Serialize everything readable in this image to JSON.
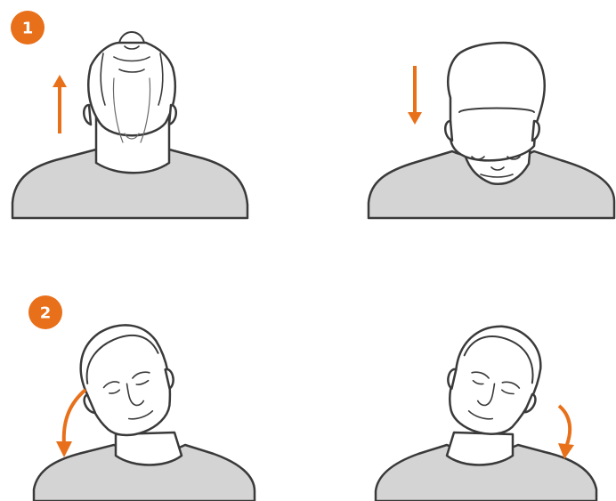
{
  "steps": [
    {
      "number": "1"
    },
    {
      "number": "2"
    }
  ],
  "colors": {
    "accent": "#e8701a",
    "shirt": "#d4d4d4",
    "outline": "#3a3a3a"
  },
  "icons": {
    "step1_left_arrow": "arrow-up",
    "step1_right_arrow": "arrow-down",
    "step2_left_arrow": "curved-arrow-down-left",
    "step2_right_arrow": "curved-arrow-down-right"
  }
}
